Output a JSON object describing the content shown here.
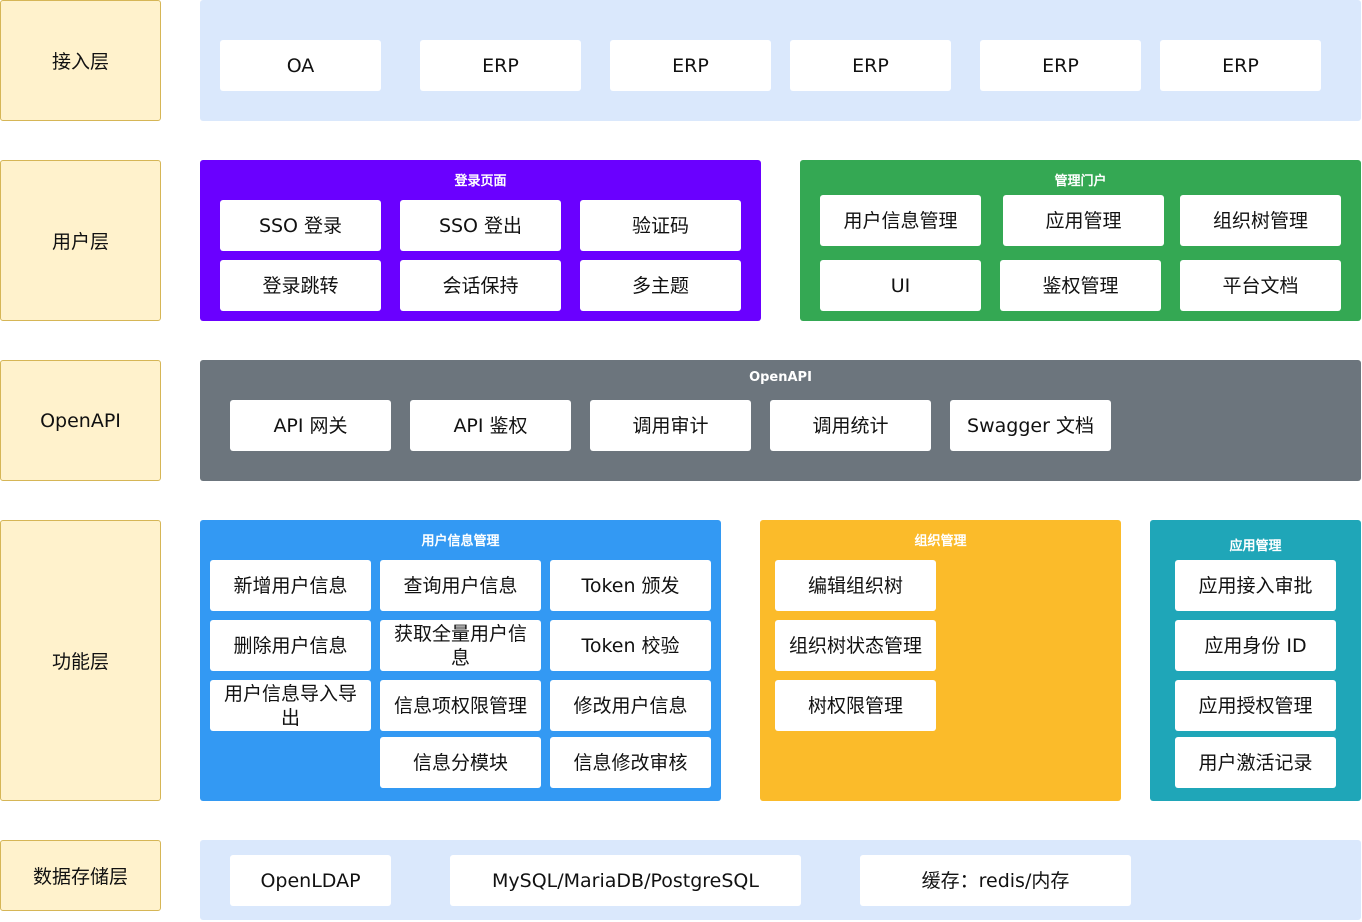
{
  "layers": {
    "access": "接入层",
    "user": "用户层",
    "openapi": "OpenAPI",
    "function": "功能层",
    "storage": "数据存储层"
  },
  "access": {
    "systems": [
      "OA",
      "ERP",
      "ERP",
      "ERP",
      "ERP",
      "ERP"
    ]
  },
  "login_page": {
    "title": "登录页面",
    "items": [
      "SSO 登录",
      "SSO 登出",
      "验证码",
      "登录跳转",
      "会话保持",
      "多主题"
    ]
  },
  "admin_portal": {
    "title": "管理门户",
    "items": [
      "用户信息管理",
      "应用管理",
      "组织树管理",
      "UI",
      "鉴权管理",
      "平台文档"
    ]
  },
  "openapi": {
    "title": "OpenAPI",
    "items": [
      "API 网关",
      "API 鉴权",
      "调用审计",
      "调用统计",
      "Swagger 文档"
    ]
  },
  "user_mgmt": {
    "title": "用户信息管理",
    "items": [
      "新增用户信息",
      "查询用户信息",
      "Token 颁发",
      "删除用户信息",
      "获取全量用户信息",
      "Token 校验",
      "用户信息导入导出",
      "信息项权限管理",
      "修改用户信息",
      "信息分模块",
      "信息修改审核"
    ]
  },
  "org_mgmt": {
    "title": "组织管理",
    "items": [
      "编辑组织树",
      "组织树状态管理",
      "树权限管理"
    ]
  },
  "app_mgmt": {
    "title": "应用管理",
    "items": [
      "应用接入审批",
      "应用身份 ID",
      "应用授权管理",
      "用户激活记录"
    ]
  },
  "storage": {
    "items": [
      "OpenLDAP",
      "MySQL/MariaDB/PostgreSQL",
      "缓存：redis/内存"
    ]
  },
  "colors": {
    "layer_label_fill": "#fff2cc",
    "layer_label_border": "#d6b656",
    "light_band": "#dae8fc",
    "login_panel": "#6a00ff",
    "admin_panel": "#34a853",
    "openapi_panel": "#6c757d",
    "user_mgmt_panel": "#3399f3",
    "org_mgmt_panel": "#fbbb2a",
    "app_mgmt_panel": "#1fa6b8"
  }
}
